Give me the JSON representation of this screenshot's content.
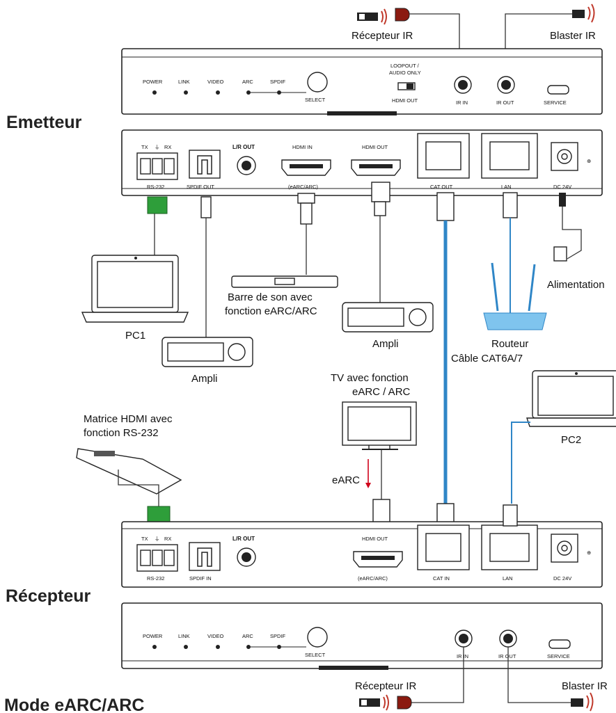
{
  "labels": {
    "recepteur_ir_top": "Récepteur IR",
    "blaster_ir_top": "Blaster IR",
    "emetteur": "Emetteur",
    "recepteur": "Récepteur",
    "mode": "Mode eARC/ARC",
    "pc1": "PC1",
    "ampli1": "Ampli",
    "ampli2": "Ampli",
    "barre_line1": "Barre de son avec",
    "barre_line2": "fonction eARC/ARC",
    "routeur": "Routeur",
    "cable": "Câble CAT6A/7",
    "alimentation": "Alimentation",
    "tv_line1": "TV avec fonction",
    "tv_line2": "eARC / ARC",
    "matrice_line1": "Matrice HDMI avec",
    "matrice_line2": "fonction RS-232",
    "pc2": "PC2",
    "earc": "eARC",
    "recepteur_ir_bottom": "Récepteur IR",
    "blaster_ir_bottom": "Blaster IR"
  },
  "tx_front": {
    "power": "POWER",
    "link": "LINK",
    "video": "VIDEO",
    "arc": "ARC",
    "spdif": "SPDIF",
    "select": "SELECT",
    "loopout1": "LOOPOUT /",
    "loopout2": "AUDIO ONLY",
    "hdmi_out": "HDMI OUT",
    "ir_in": "IR IN",
    "ir_out": "IR OUT",
    "service": "SERVICE"
  },
  "tx_rear": {
    "tx": "TX",
    "rx": "RX",
    "rs232": "RS-232",
    "spdif_out": "SPDIF OUT",
    "lr_out": "L/R OUT",
    "hdmi_in": "HDMI IN",
    "earc_arc": "(eARC/ARC)",
    "hdmi_out": "HDMI OUT",
    "cat_out": "CAT OUT",
    "lan": "LAN",
    "dc": "DC 24V"
  },
  "rx_rear": {
    "tx": "TX",
    "rx": "RX",
    "rs232": "RS-232",
    "spdif_in": "SPDIF IN",
    "lr_out": "L/R OUT",
    "hdmi_out": "HDMI OUT",
    "earc_arc": "(eARC/ARC)",
    "cat_in": "CAT IN",
    "lan": "LAN",
    "dc": "DC 24V"
  },
  "rx_front": {
    "power": "POWER",
    "link": "LINK",
    "video": "VIDEO",
    "arc": "ARC",
    "spdif": "SPDIF",
    "select": "SELECT",
    "ir_in": "IR IN",
    "ir_out": "IR OUT",
    "service": "SERVICE"
  },
  "colors": {
    "cat_cable": "#2f86c7",
    "earc_arrow": "#d0021b",
    "ir_red": "#c0392b",
    "terminal_green": "#2e9e3a",
    "router_blue": "#7fc4ee"
  }
}
